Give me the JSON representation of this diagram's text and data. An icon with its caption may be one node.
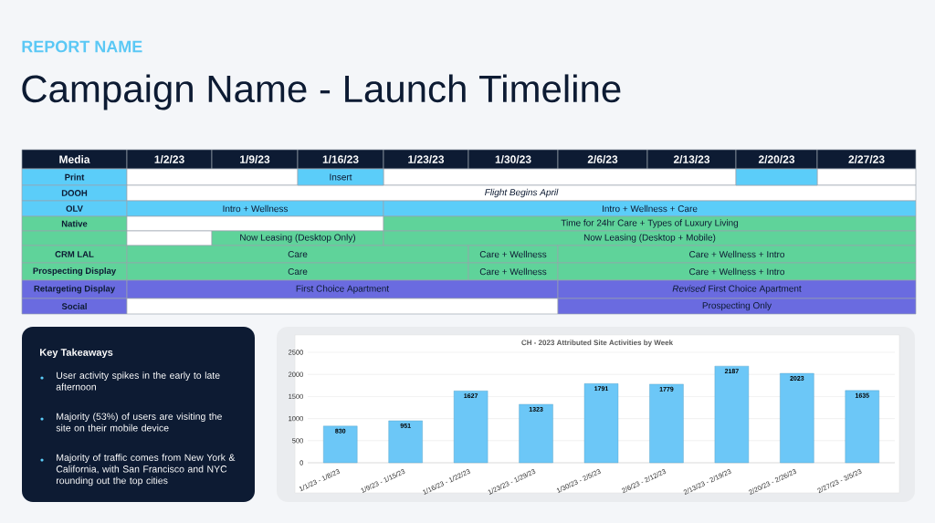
{
  "diagram": {
    "title": "Campaign Name - Launch Timeline",
    "nodes": [
      {
        "text": [
          "Key Takeaways",
          "User activity spikes in the early to late afternoon",
          "Majority (53%) of users are visiting the site on their mobile device",
          "Majority of traffic comes from New York & California, with San Francisco and NYC rounding out the top cities"
        ]
      },
      {
        "text": [
          "Insert"
        ]
      },
      {
        "text": [],
        "shape": "bar"
      }
    ],
    "edges": [],
    "labels": [
      "REPORT NAME",
      "Media",
      "1/2/23",
      "1/9/23",
      "1/16/23",
      "1/23/23",
      "1/30/23",
      "2/6/23",
      "2/13/23",
      "2/20/23",
      "2/27/23",
      "Print",
      "DOOH",
      "Flight Begins April",
      "OLV",
      "Intro + Wellness",
      "Intro + Wellness + Care",
      "Native",
      "Time for 24hr Care + Types of Luxury Living",
      "Now Leasing (Desktop Only)",
      "Now Leasing (Desktop + Mobile)",
      "CRM LAL",
      "Care",
      "Care + Wellness",
      "Care + Wellness + Intro",
      "Prospecting Display",
      "Care",
      "Care + Wellness",
      "Care + Wellness + Intro",
      "Retargeting Display",
      "First Choice Apartment",
      "*Revised* First Choice Apartment",
      "Social",
      "Prospecting Only"
    ],
    "chart_data": {
      "type": "bar",
      "title": "CH - 2023 Attributed Site Activities by Week",
      "categories": [
        "1/1/23 - 1/8/23",
        "1/9/23 - 1/15/23",
        "1/16/23 - 1/22/23",
        "1/23/23 - 1/29/23",
        "1/30/23 - 2/5/23",
        "2/6/23 - 2/12/23",
        "2/13/23 - 2/19/23",
        "2/20/23 - 2/26/23",
        "2/27/23 - 3/5/23"
      ],
      "series": [
        {
          "color": "#6cc7f7",
          "values": [
            830,
            951,
            1627,
            1323,
            1791,
            1779,
            2187,
            2023,
            1635
          ]
        }
      ],
      "ylim": [
        0,
        2500
      ],
      "yticks": [
        0,
        500,
        1000,
        1500,
        2000,
        2500
      ],
      "grid": true,
      "data_labels": true
    }
  }
}
